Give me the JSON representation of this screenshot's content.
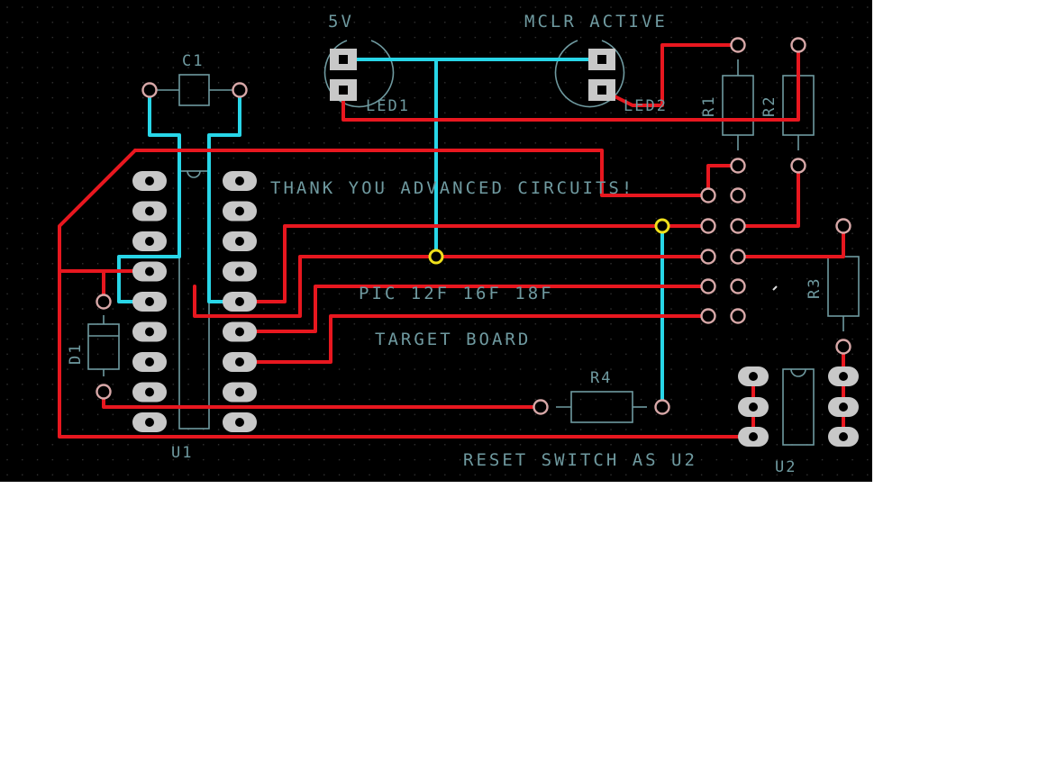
{
  "colors": {
    "background": "#000000",
    "grid_dot": "#3a3a3a",
    "silkscreen": "#6f9aa0",
    "top_trace": "#e8171f",
    "bottom_trace": "#28d6e8",
    "pad": "#c8c8c8",
    "pad_ring": "#d8a8a8",
    "via_ring": "#f0e01c"
  },
  "labels": {
    "led_5v": "5V",
    "led_mclr": "MCLR ACTIVE",
    "thank_you": "THANK YOU ADVANCED CIRCUITS!",
    "pic_models": "PIC 12F 16F 18F",
    "target_board": "TARGET BOARD",
    "reset_switch": "RESET SWITCH AS U2"
  },
  "components": {
    "c1": "C1",
    "led1": "LED1",
    "led2": "LED2",
    "r1": "R1",
    "r2": "R2",
    "r3": "R3",
    "r4": "R4",
    "d1": "D1",
    "u1": "U1",
    "u2": "U2"
  },
  "icons": {
    "pad": "pcb-pad-icon",
    "via": "pcb-via-icon"
  }
}
